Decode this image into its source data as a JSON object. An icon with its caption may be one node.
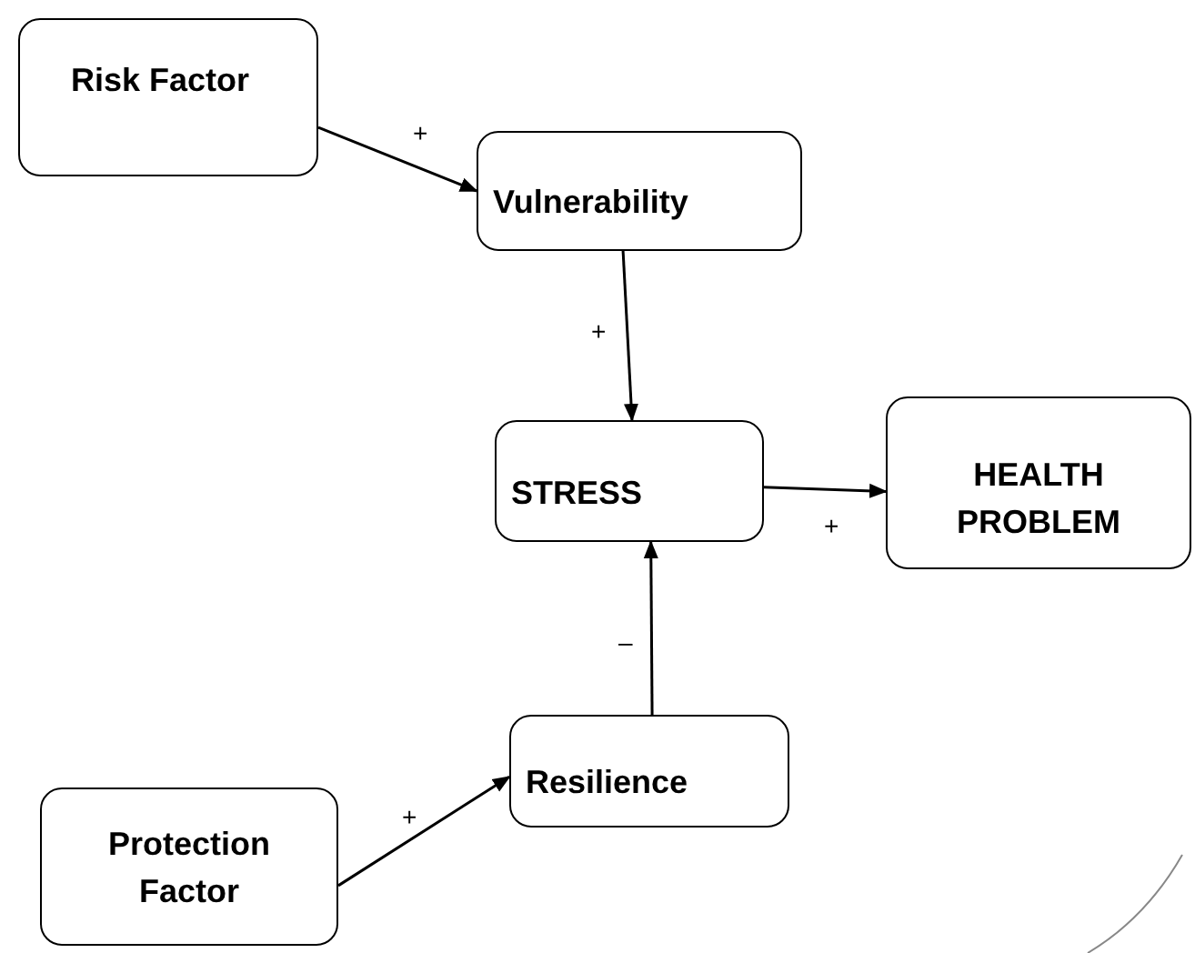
{
  "diagram": {
    "nodes": [
      {
        "text": [
          "Risk Factor"
        ]
      },
      {
        "text": [
          "Vulnerability"
        ]
      },
      {
        "text": [
          "STRESS"
        ]
      },
      {
        "text": [
          "HEALTH PROBLEM"
        ]
      },
      {
        "text": [
          "Resilience"
        ]
      },
      {
        "text": [
          "Protection Factor"
        ]
      }
    ],
    "edges": [
      {
        "from": 0,
        "to": 1,
        "arrow": "to",
        "label": "+"
      },
      {
        "from": 1,
        "to": 2,
        "arrow": "to",
        "label": "+"
      },
      {
        "from": 2,
        "to": 3,
        "arrow": "to",
        "label": "+"
      },
      {
        "from": 4,
        "to": 2,
        "arrow": "to",
        "label": "–"
      },
      {
        "from": 5,
        "to": 4,
        "arrow": "to",
        "label": "+"
      }
    ]
  }
}
